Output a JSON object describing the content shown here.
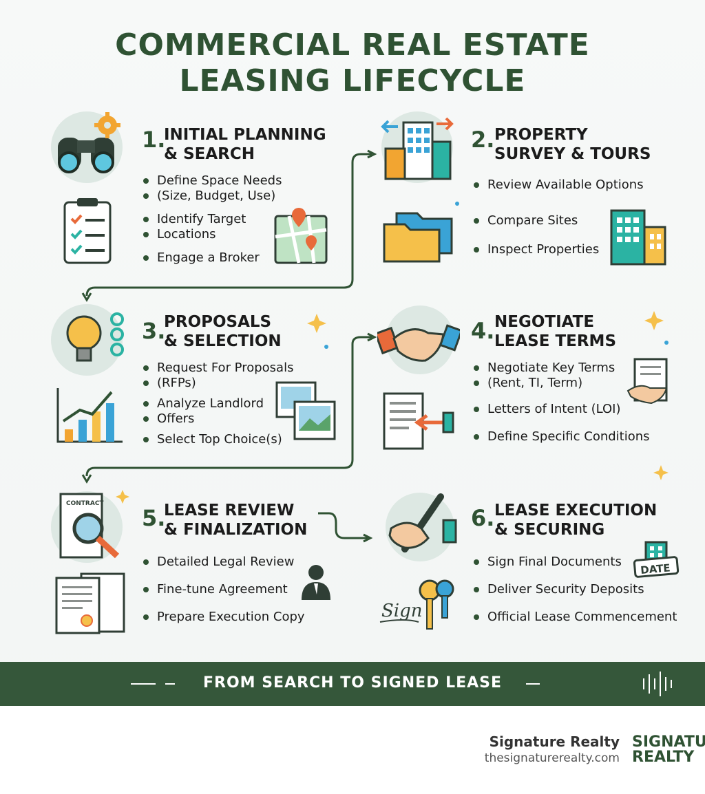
{
  "title": {
    "line1": "COMMERCIAL REAL ESTATE",
    "line2": "LEASING LIFECYCLE"
  },
  "steps": [
    {
      "number": "1.",
      "heading": [
        "INITIAL PLANNING",
        "& SEARCH"
      ],
      "bullets": [
        "Define Space Needs",
        "(Size, Budget, Use)",
        "Identify Target",
        "Locations",
        "Engage a Broker"
      ],
      "icons": [
        "binoculars-icon",
        "gear-icon",
        "checklist-icon",
        "map-pin-icon"
      ]
    },
    {
      "number": "2.",
      "heading": [
        "PROPERTY",
        "SURVEY & TOURS"
      ],
      "bullets": [
        "Review Available Options",
        "Compare Sites",
        "Inspect Properties"
      ],
      "icons": [
        "office-buildings-icon",
        "folder-icon",
        "building-icon"
      ]
    },
    {
      "number": "3.",
      "heading": [
        "PROPOSALS",
        "& SELECTION"
      ],
      "bullets": [
        "Request For Proposals",
        "(RFPs)",
        "Analyze Landlord",
        "Offers",
        "Select Top Choice(s)"
      ],
      "icons": [
        "lightbulb-icon",
        "bar-chart-icon",
        "photos-icon"
      ]
    },
    {
      "number": "4.",
      "heading": [
        "NEGOTIATE",
        "LEASE TERMS"
      ],
      "bullets": [
        "Negotiate Key Terms",
        "(Rent, TI, Term)",
        "Letters of Intent (LOI)",
        "Define Specific Conditions"
      ],
      "icons": [
        "handshake-icon",
        "document-icon",
        "agreement-icon"
      ]
    },
    {
      "number": "5.",
      "heading": [
        "LEASE REVIEW",
        "& FINALIZATION"
      ],
      "bullets": [
        "Detailed Legal Review",
        "Fine-tune Agreement",
        "Prepare Execution Copy"
      ],
      "icons": [
        "contract-magnifier-icon",
        "documents-icon",
        "lawyer-icon"
      ],
      "contract_label": "CONTRACT"
    },
    {
      "number": "6.",
      "heading": [
        "LEASE EXECUTION",
        "& SECURING"
      ],
      "bullets": [
        "Sign Final Documents",
        "Deliver Security Deposits",
        "Official Lease Commencement"
      ],
      "icons": [
        "pen-signing-icon",
        "keys-icon",
        "calendar-icon"
      ],
      "sign_label": "Sign",
      "date_label": "DATE"
    }
  ],
  "banner": {
    "text": "FROM SEARCH TO SIGNED LEASE"
  },
  "footer": {
    "brand": "Signature Realty",
    "url": "thesignaturerealty.com",
    "logo_line1": "SIGNATU",
    "logo_line2": "REALTY"
  },
  "colors": {
    "brand_green": "#2f5233",
    "banner_green": "#35573a",
    "accent_orange": "#f2a531",
    "accent_blue": "#3aa3d6",
    "accent_teal": "#2bb3a3"
  }
}
